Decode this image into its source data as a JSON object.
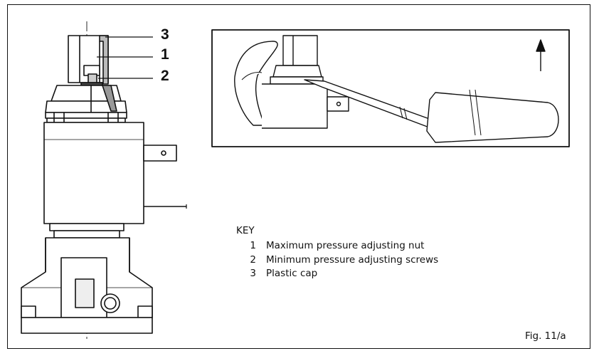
{
  "callouts": {
    "c1": "1",
    "c2": "2",
    "c3": "3"
  },
  "key": {
    "title": "KEY",
    "items": [
      {
        "num": "1",
        "text": "Maximum pressure adjusting nut"
      },
      {
        "num": "2",
        "text": "Minimum pressure adjusting screws"
      },
      {
        "num": "3",
        "text": "Plastic cap"
      }
    ]
  },
  "figure_label": "Fig. 11/a"
}
